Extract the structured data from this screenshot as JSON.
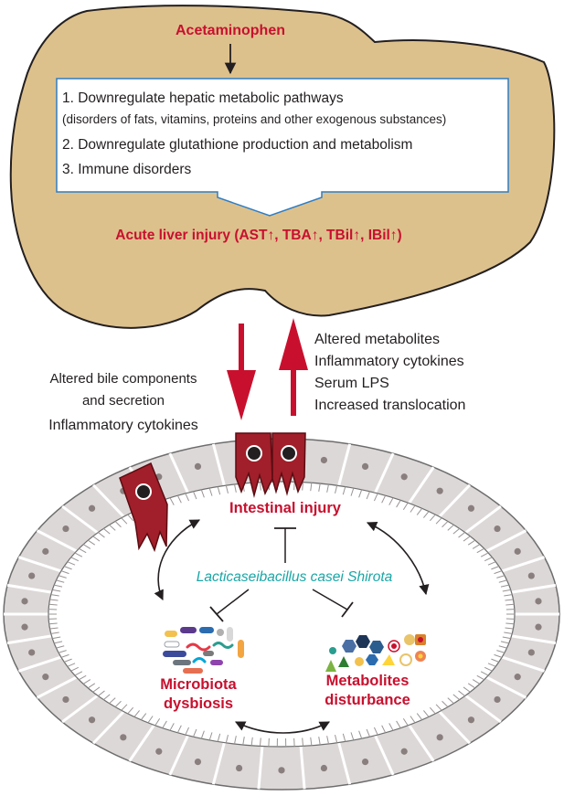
{
  "liver": {
    "drug": "Acetaminophen",
    "box_items": [
      "1. Downregulate hepatic metabolic pathways",
      "(disorders of fats, vitamins, proteins and other exogenous substances)",
      "2. Downregulate glutathione production and metabolism",
      "3. Immune disorders"
    ],
    "outcome": "Acute liver injury (AST↑, TBA↑, TBil↑, IBil↑)"
  },
  "gut_to_liver": {
    "lines": [
      "Altered metabolites",
      "Inflammatory cytokines",
      "Serum LPS",
      "Increased translocation"
    ]
  },
  "liver_to_gut": {
    "lines": [
      "Altered bile components",
      "and secretion",
      "Inflammatory cytokines"
    ]
  },
  "intestine": {
    "injury": "Intestinal injury",
    "probiotic": "Lacticaseibacillus casei Shirota",
    "microbiota": [
      "Microbiota",
      "dysbiosis"
    ],
    "metabolites": [
      "Metabolites",
      "disturbance"
    ]
  },
  "colors": {
    "liver_fill": "#ddc18d",
    "accent_red": "#c8102e",
    "probiotic_teal": "#1aa6a6",
    "box_border": "#2e7dc4",
    "epithelium": "#e3dfdf",
    "damaged_cell": "#a11f2a"
  }
}
